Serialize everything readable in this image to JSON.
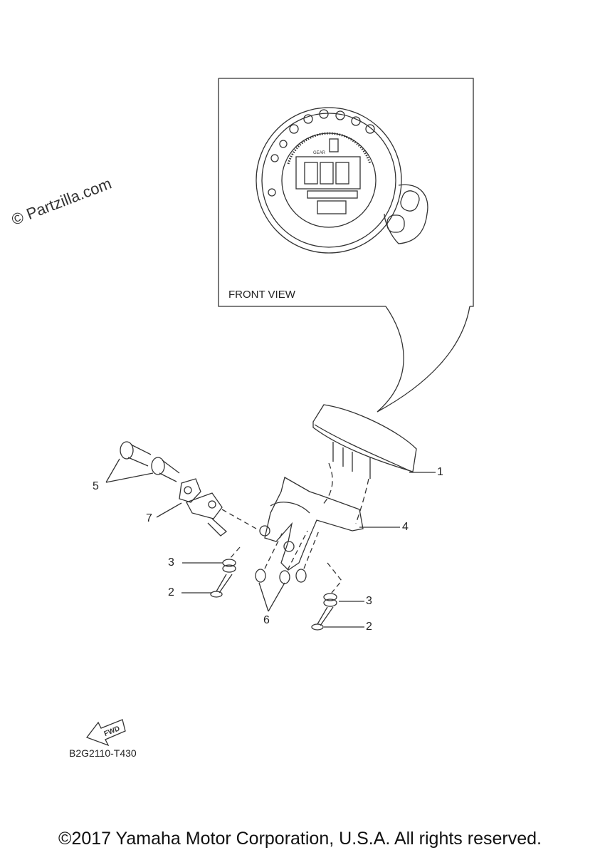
{
  "watermark": "© Partzilla.com",
  "front_view_label": "FRONT VIEW",
  "gear_label": "GEAR",
  "fwd_label": "FWD",
  "diagram_code": "B2G2110-T430",
  "copyright": "©2017 Yamaha Motor Corporation, U.S.A. All rights reserved.",
  "callouts": [
    "1",
    "2",
    "2",
    "3",
    "3",
    "4",
    "5",
    "6",
    "7"
  ]
}
